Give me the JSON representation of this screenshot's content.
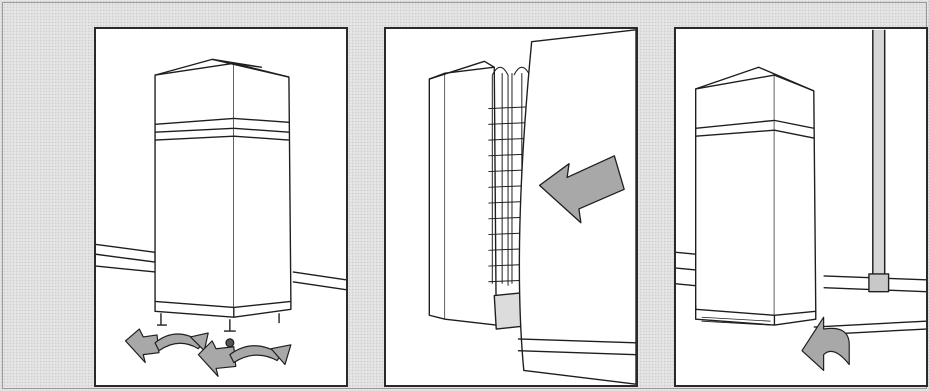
{
  "figure": {
    "panels": [
      {
        "id": "panel-1",
        "depicts": "fridge-leveling-feet"
      },
      {
        "id": "panel-2",
        "depicts": "rear-condenser-clearance"
      },
      {
        "id": "panel-3",
        "depicts": "wall-and-pipe-spacing"
      }
    ]
  },
  "colors": {
    "background": "#e3e3e3",
    "panel_border": "#2a2a2a",
    "line": "#1e1e1e",
    "arrow_fill": "#a8a8a8"
  },
  "icons": [
    "rotate-arrow-left-icon",
    "rotate-arrow-right-icon",
    "push-arrow-icon",
    "curved-arrow-icon"
  ]
}
